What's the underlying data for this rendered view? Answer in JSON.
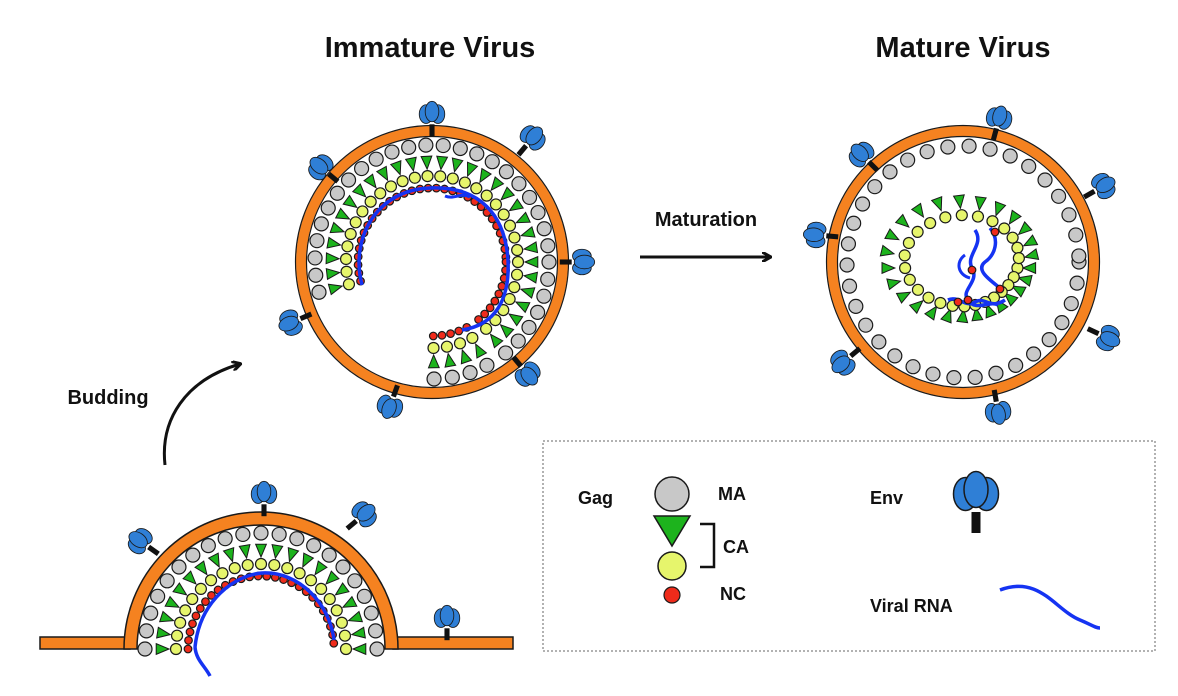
{
  "titles": {
    "immature": "Immature Virus",
    "mature": "Mature Virus"
  },
  "arrows": {
    "budding": "Budding",
    "maturation": "Maturation"
  },
  "legend": {
    "gag": "Gag",
    "ma": "MA",
    "ca": "CA",
    "nc": "NC",
    "env": "Env",
    "rna": "Viral RNA"
  },
  "colors": {
    "membrane": "#f58220",
    "membrane_stroke": "#1a1a1a",
    "ma": "#c8c8c8",
    "ca": "#1db31d",
    "nc_ring": "#e6f56c",
    "nc": "#ef2b1b",
    "env": "#2f7fd6",
    "rna": "#1533f2"
  }
}
